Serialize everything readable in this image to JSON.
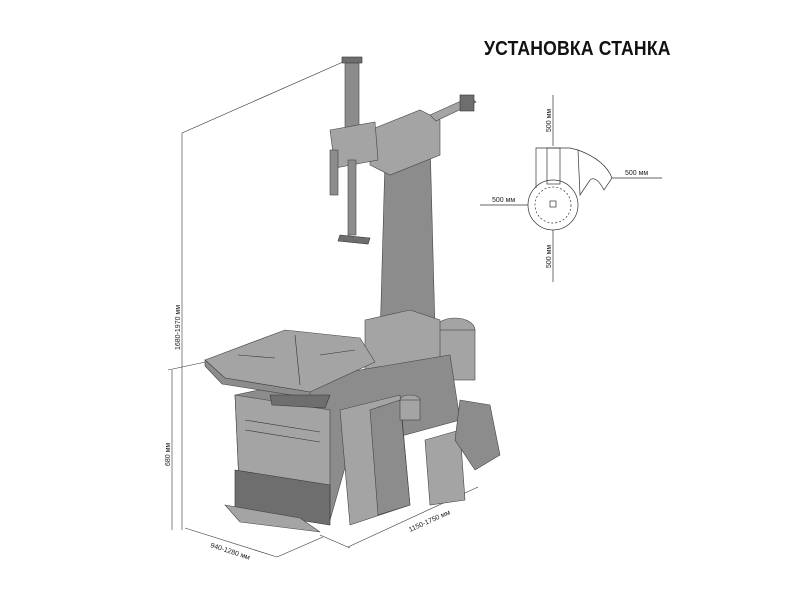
{
  "title": "УСТАНОВКА СТАНКА",
  "top_view": {
    "clearance_top": "500 мм",
    "clearance_right": "500 мм",
    "clearance_left": "500 мм",
    "clearance_bottom": "500 мм"
  },
  "dimensions": {
    "total_height": "1680-1970 мм",
    "table_height": "680 мм",
    "width": "940-1280 мм",
    "depth": "1150-1750 мм"
  }
}
